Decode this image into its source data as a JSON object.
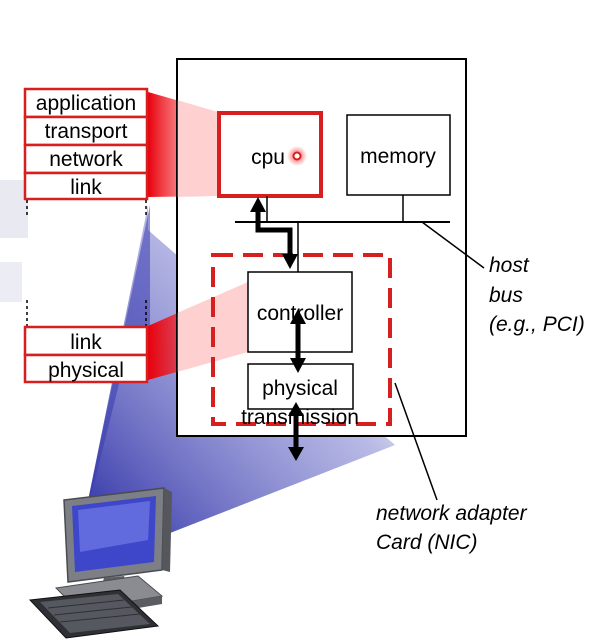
{
  "host_stack": {
    "layers": [
      "application",
      "transport",
      "network",
      "link"
    ]
  },
  "adapter_stack": {
    "layers": [
      "link",
      "physical"
    ]
  },
  "host": {
    "cpu_label": "cpu",
    "memory_label": "memory"
  },
  "adapter": {
    "controller_label": "controller",
    "physical_label": "physical",
    "transmission_label": "transmission"
  },
  "annotations": {
    "host_bus": [
      "host",
      "bus",
      "(e.g., PCI)"
    ],
    "nic": [
      "network adapter",
      "Card (NIC)"
    ]
  },
  "colors": {
    "accent_red": "#d61f1f",
    "projection_blue": "#2b2ea8",
    "outline": "#000000"
  }
}
